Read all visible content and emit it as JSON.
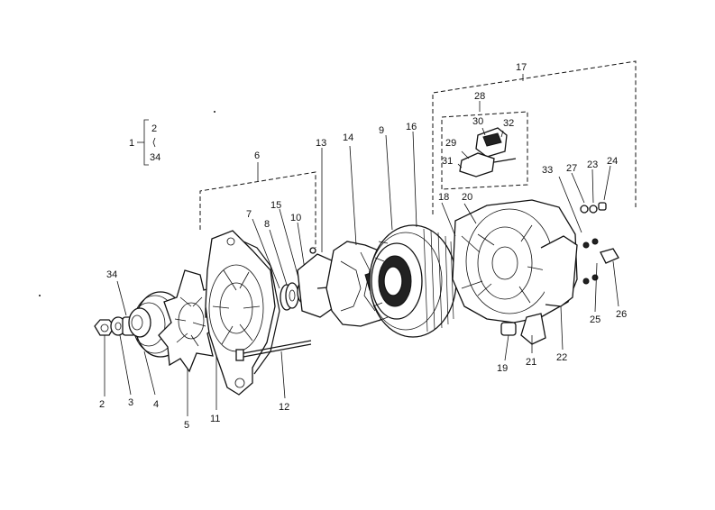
{
  "diagram": {
    "kit_label": "1",
    "kit_members": [
      "2",
      "34"
    ],
    "labels": {
      "p2": "2",
      "p3": "3",
      "p4": "4",
      "p5": "5",
      "p6": "6",
      "p7": "7",
      "p8": "8",
      "p9": "9",
      "p10": "10",
      "p11": "11",
      "p12": "12",
      "p13": "13",
      "p14": "14",
      "p15": "15",
      "p16": "16",
      "p17": "17",
      "p18": "18",
      "p19": "19",
      "p20": "20",
      "p21": "21",
      "p22": "22",
      "p23": "23",
      "p24": "24",
      "p25": "25",
      "p26": "26",
      "p27": "27",
      "p28": "28",
      "p29": "29",
      "p30": "30",
      "p31": "31",
      "p32": "32",
      "p33": "33",
      "p34": "34"
    }
  }
}
